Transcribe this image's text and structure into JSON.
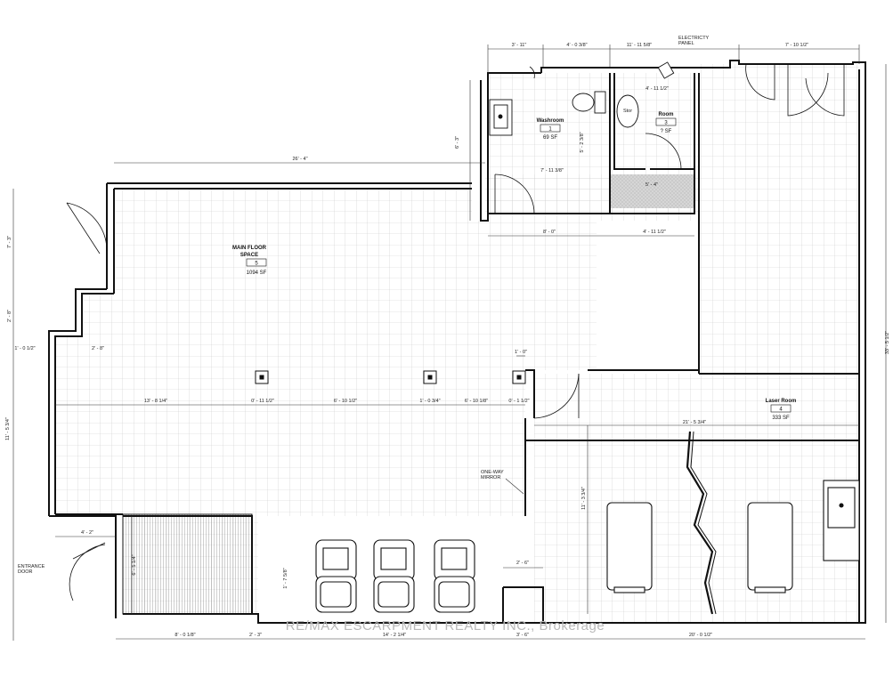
{
  "rooms": {
    "main": {
      "name": "MAIN FLOOR\nSPACE",
      "number": "5",
      "area": "1094 SF"
    },
    "washroom": {
      "name": "Washroom",
      "number": "1",
      "area": "69 SF"
    },
    "room": {
      "name": "Room",
      "number": "3",
      "area": "? SF",
      "partial": "Stor"
    },
    "laser": {
      "name": "Laser Room",
      "number": "4",
      "area": "333 SF"
    }
  },
  "labels": {
    "electricity_panel": "ELECTRICTY\nPANEL",
    "entrance_door": "ENTRANCE\nDOOR",
    "one_way_mirror": "ONE-WAY\nMIRROR"
  },
  "dimensions": {
    "top_1": "3' - 11\"",
    "top_2": "4' - 0 3/8\"",
    "top_3": "11' - 11 5/8\"",
    "top_4": "7' - 10 1/2\"",
    "wash_height": "6' - 3\"",
    "main_width": "26' - 4\"",
    "wash_inner_1": "4' - 11 1/2\"",
    "wash_inner_2": "5' - 2 3/8\"",
    "wash_inner_3": "7' - 11 3/8\"",
    "wash_inner_4": "5' - 4\"",
    "wash_bottom_1": "8' - 0\"",
    "wash_bottom_2": "4' - 11 1/2\"",
    "left_1": "7' - 3\"",
    "left_2": "2' - 8\"",
    "left_3": "1' - 0 1/2\"",
    "left_4": "2' - 8\"",
    "col_row_1": "13' - 8 1/4\"",
    "col_row_2": "0' - 11 1/2\"",
    "col_row_3": "6' - 10 1/2\"",
    "col_row_4": "1' - 0 3/4\"",
    "col_row_5": "6' - 10 1/8\"",
    "col_row_6": "0' - 1 1/2\"",
    "col_top": "1' - 0\"",
    "left_tall": "11' - 5 3/4\"",
    "right_tall": "33' - 5 1/2\"",
    "laser_width": "21' - 5 3/4\"",
    "laser_height": "11' - 3 3/4\"",
    "entry_w": "4' - 2\"",
    "entry_h": "6' - 5 1/4\"",
    "small_1": "1' - 7 5/8\"",
    "small_2": "2' - 6\"",
    "bot_1": "8' - 0 1/8\"",
    "bot_2": "2' - 3\"",
    "bot_3": "14' - 2 1/4\"",
    "bot_4": "3' - 6\"",
    "bot_5": "20' - 0 1/2\""
  },
  "watermark": "RE/MAX ESCARPMENT REALTY INC., Brokerage"
}
